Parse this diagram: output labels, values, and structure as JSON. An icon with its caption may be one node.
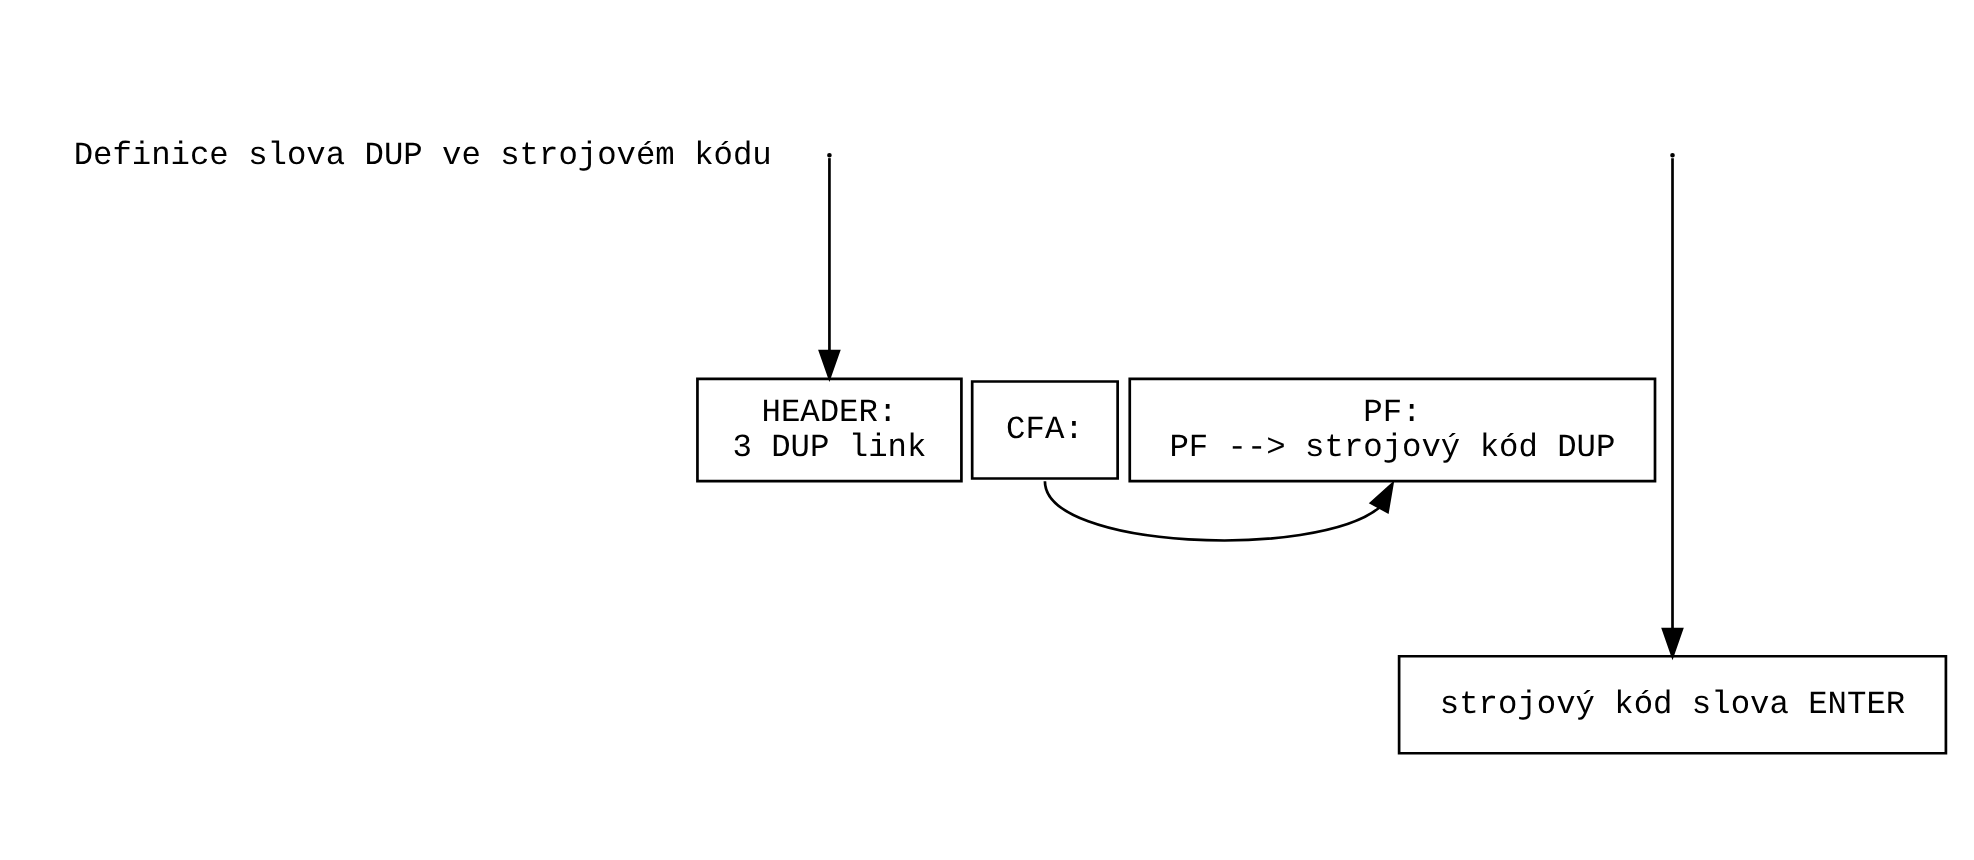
{
  "diagram": {
    "nodes": [
      {
        "text": [
          "HEADER:",
          "3 DUP link"
        ]
      },
      {
        "text": [
          "CFA:"
        ]
      },
      {
        "text": [
          "PF:",
          "PF --> strojový kód DUP"
        ]
      },
      {
        "text": [
          "strojový kód slova ENTER"
        ]
      }
    ],
    "edges": [
      {
        "from": null,
        "to": 0,
        "arrow": "to"
      },
      {
        "from": null,
        "to": 3,
        "arrow": "to"
      },
      {
        "from": 1,
        "to": 2,
        "arrow": "to"
      }
    ],
    "labels": [
      "Definice slova DUP ve strojovém kódu"
    ]
  }
}
